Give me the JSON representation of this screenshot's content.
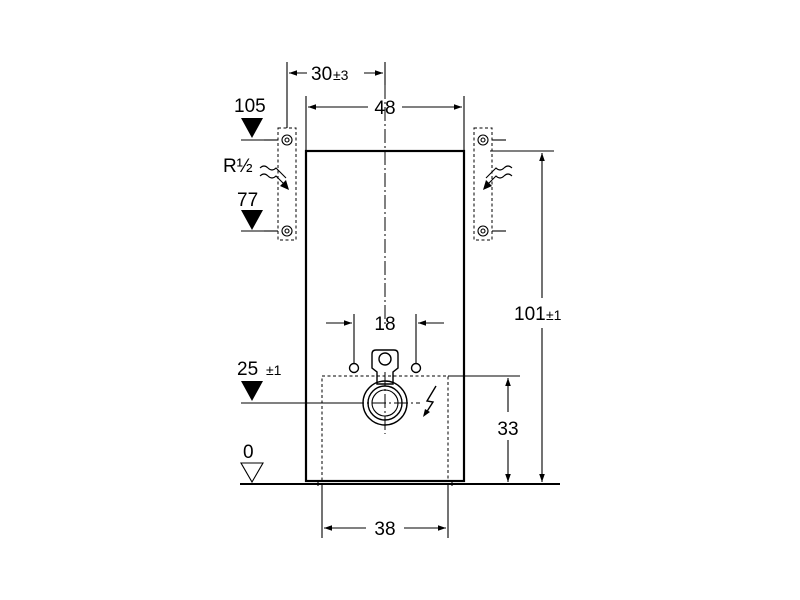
{
  "dimensions": {
    "bracket_offset": {
      "value": "30",
      "tolerance": "±3"
    },
    "frame_width": {
      "value": "48"
    },
    "upper_level": {
      "value": "105"
    },
    "lower_level": {
      "value": "77"
    },
    "thread": {
      "value": "R½"
    },
    "connection_spacing": {
      "value": "18"
    },
    "drain_level": {
      "value": "25",
      "tolerance": "±1"
    },
    "zero_level": {
      "value": "0"
    },
    "total_height": {
      "value": "101",
      "tolerance": "±1"
    },
    "box_height": {
      "value": "33"
    },
    "box_width": {
      "value": "38"
    }
  },
  "icons": {
    "electric": "lightning-bolt",
    "water": "wavy-water-arrow"
  }
}
